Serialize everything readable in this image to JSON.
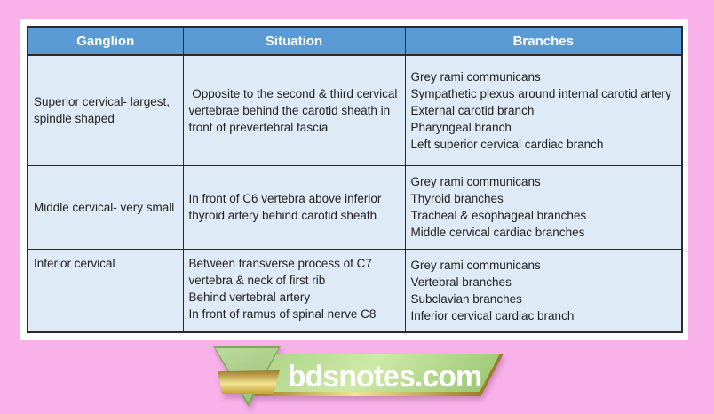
{
  "colors": {
    "page-bg": "#F8B1E9",
    "panel-bg": "#FFFFFF",
    "header-bg": "#5B9BD5",
    "header-text": "#FFFFFF",
    "cell-bg": "#DEEAF6",
    "border-color": "#2A2A2A",
    "text-color": "#212121",
    "gold-dark": "#9C7A28",
    "gold-mid": "#C29A2C",
    "gold-light": "#F2E391",
    "banner-green-1": "#AED489",
    "banner-green-2": "#CFE9A8",
    "banner-green-3": "#9CC876",
    "triangle-border": "#7FA85C",
    "triangle-green-1": "#BCD99B",
    "triangle-green-2": "#96C072",
    "logo-text-color": "#FFFFFF"
  },
  "table": {
    "columns": [
      "Ganglion",
      "Situation",
      "Branches"
    ],
    "rows": [
      {
        "ganglion": "Superior cervical- largest, spindle shaped",
        "situation": [
          " Opposite to the second & third cervical vertebrae behind the carotid sheath in front of prevertebral fascia"
        ],
        "branches": [
          "Grey rami communicans",
          "Sympathetic plexus around internal carotid artery",
          "External carotid branch",
          "Pharyngeal branch",
          "Left superior cervical cardiac branch"
        ]
      },
      {
        "ganglion": "Middle cervical- very small",
        "situation": [
          "In front of C6 vertebra above inferior thyroid artery behind carotid sheath"
        ],
        "branches": [
          "Grey rami communicans",
          "Thyroid branches",
          "Tracheal & esophageal branches",
          "Middle cervical cardiac branches"
        ]
      },
      {
        "ganglion": "Inferior cervical",
        "situation": [
          "Between transverse process of C7 vertebra & neck of first rib",
          "Behind vertebral artery",
          "In front of ramus of spinal nerve C8"
        ],
        "branches": [
          "Grey rami communicans",
          "Vertebral branches",
          "Subclavian branches",
          "Inferior cervical cardiac branch"
        ]
      }
    ]
  },
  "watermark": {
    "text": "bdsnotes.com"
  }
}
